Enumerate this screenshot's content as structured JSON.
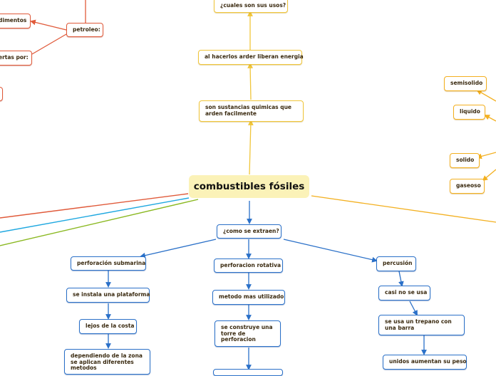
{
  "center": "combustibles fósiles",
  "nodes": {
    "usos": "¿cuales son sus usos?",
    "arder": "al hacerlos arder liberan energia",
    "sustancias": "son sustancias quimicas que arden facilmente",
    "extraen": "¿como se extraen?",
    "submarina": "perforación submarina",
    "rotativa": "perforacion rotativa",
    "percusion": "percusión",
    "plataforma": "se instala una plataforma",
    "utilizado": "metodo mas utilizado",
    "barra_corta": "casi no se usa",
    "costa": "lejos de la costa",
    "torre": "se construye una torre de perforacion",
    "trepano": "se usa un trepano con una barra",
    "metodos": "dependiendo de la zona se aplican diferentes metodos",
    "unidos": "unidos aumentan su peso",
    "semisolido": "semisolido",
    "liquido": "liquido",
    "solido": "solido",
    "gaseoso": "gaseoso",
    "petroleo": "petroleo:",
    "alimentos": "dimentos",
    "ciertas": "ertas por:"
  },
  "colors": {
    "yellow": "#f0c53a",
    "orange": "#f3b020",
    "blue": "#2a70c8",
    "red": "#e05a3a",
    "cyan": "#1fa8e0",
    "green": "#8ab820",
    "center_fill": "#fbf2b8"
  }
}
